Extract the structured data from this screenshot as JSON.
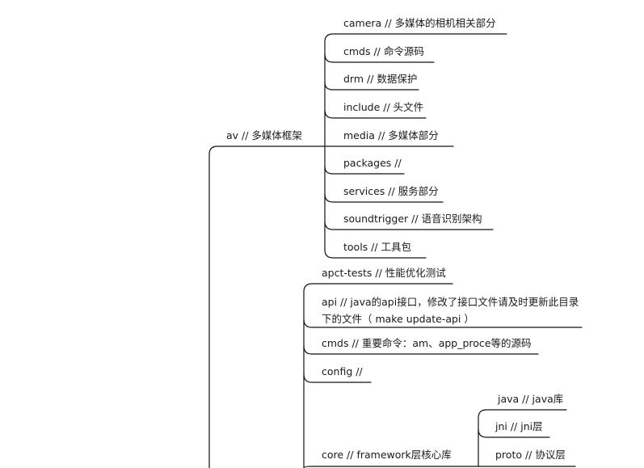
{
  "mindmap": {
    "line_color": "#111111",
    "root": {
      "label": "av // 多媒体框架"
    },
    "av_children": [
      "camera // 多媒体的相机相关部分",
      "cmds // 命令源码",
      "drm // 数据保护",
      "include // 头文件",
      "media // 多媒体部分",
      "packages //",
      "services // 服务部分",
      "soundtrigger // 语音识别架构",
      "tools // 工具包"
    ],
    "base_children": [
      "apct-tests // 性能优化测试",
      "api //  java的api接口，修改了接口文件请及时更新此目录下的文件（ make update-api ）",
      "cmds // 重要命令：am、app_proce等的源码",
      "config //",
      "core // framework层核心库"
    ],
    "core_children": [
      "java // java库",
      "jni // jni层",
      "proto // 协议层"
    ]
  }
}
